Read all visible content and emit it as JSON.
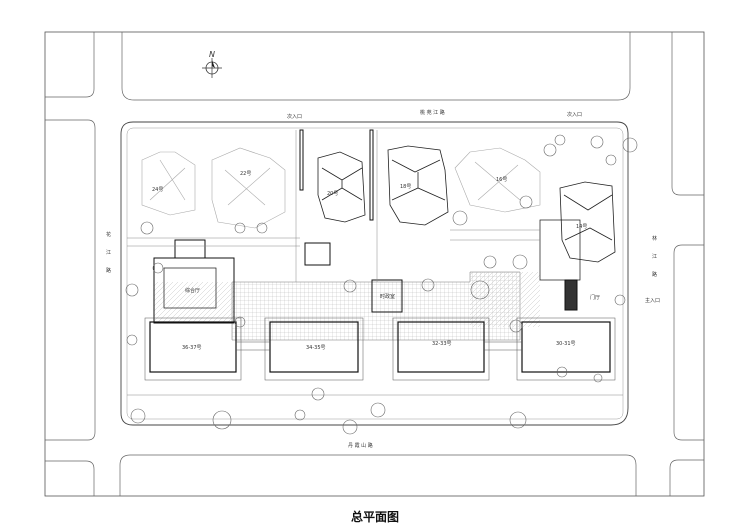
{
  "caption": "总平面图",
  "north": "N",
  "roads": {
    "north": "桃 苑 江 路",
    "south": "丹 霞 山 路",
    "west": [
      "花",
      "江",
      "路"
    ],
    "east": [
      "林",
      "江",
      "路"
    ]
  },
  "entrances": {
    "north_left": "次入口",
    "north_right": "次入口",
    "east_main": "主入口"
  },
  "buildings": {
    "b24": "24号",
    "b22": "22号",
    "b20": "20号",
    "b18": "18号",
    "b16": "16号",
    "b14": "14号",
    "club": "综合厅",
    "lobby": "门厅",
    "hall": "时政室",
    "b36": "36-37号",
    "b34": "34-35号",
    "b32": "32-33号",
    "b30": "30-31号"
  }
}
